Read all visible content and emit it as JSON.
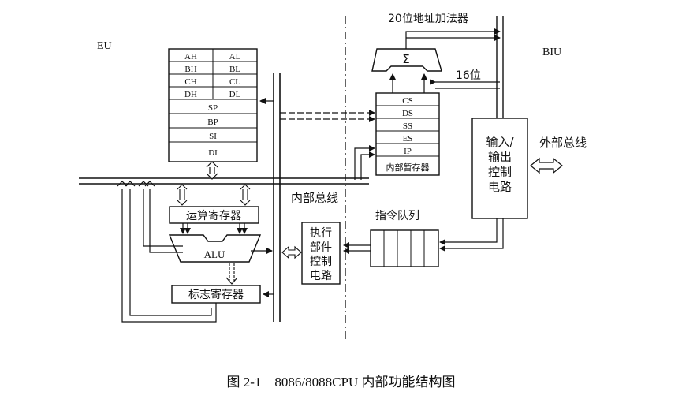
{
  "labels": {
    "eu": "EU",
    "biu": "BIU",
    "addr_adder": "20位地址加法器",
    "sigma": "Σ",
    "bits16": "16位",
    "internal_bus": "内部总线",
    "external_bus": "外部总线",
    "io_control": [
      "输入/",
      "输出",
      "控制",
      "电路"
    ],
    "exec_control": [
      "执行",
      "部件",
      "控制",
      "电路"
    ],
    "instr_queue": "指令队列",
    "alu": "ALU",
    "op_regs": "运算寄存器",
    "flag_regs": "标志寄存器",
    "internal_temp": "内部暂存器"
  },
  "general_registers": [
    [
      "AH",
      "AL"
    ],
    [
      "BH",
      "BL"
    ],
    [
      "CH",
      "CL"
    ],
    [
      "DH",
      "DL"
    ]
  ],
  "pointer_registers": [
    "SP",
    "BP",
    "SI",
    "DI"
  ],
  "segment_registers": [
    "CS",
    "DS",
    "SS",
    "ES",
    "IP"
  ],
  "caption": "图 2-1    8086/8088CPU 内部功能结构图"
}
